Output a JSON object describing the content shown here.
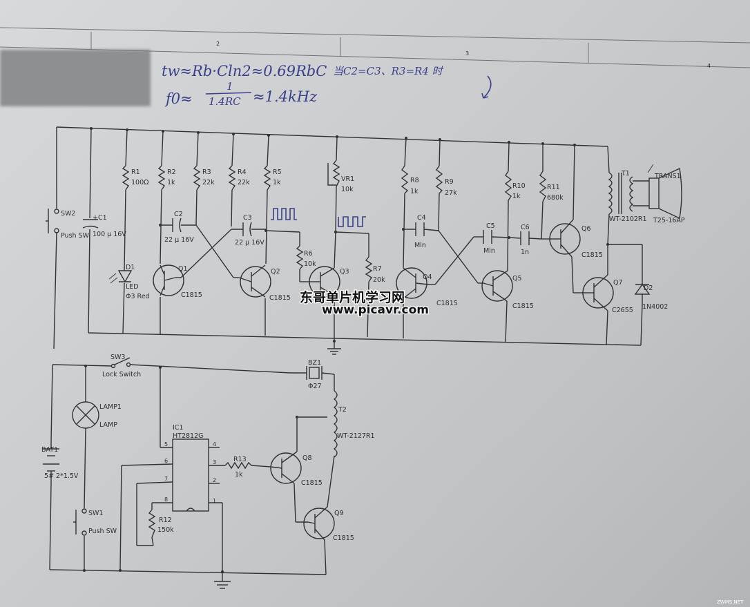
{
  "frame": {
    "zones": [
      "2",
      "3",
      "4"
    ]
  },
  "formula": {
    "line1": "tw≈Rb·Cln2≈0.69RbC",
    "condition": "当C2=C3、R3=R4 时",
    "line2_lhs": "f0≈",
    "line2_num": "1",
    "line2_den": "1.4RC",
    "line2_rhs": "≈1.4kHz"
  },
  "components": {
    "R1": {
      "ref": "R1",
      "value": "100Ω"
    },
    "R2": {
      "ref": "R2",
      "value": "1k"
    },
    "R3": {
      "ref": "R3",
      "value": "22k"
    },
    "R4": {
      "ref": "R4",
      "value": "22k"
    },
    "R5": {
      "ref": "R5",
      "value": "1k"
    },
    "VR1": {
      "ref": "VR1",
      "value": "10k"
    },
    "R6": {
      "ref": "R6",
      "value": "10k"
    },
    "R7": {
      "ref": "R7",
      "value": "20k"
    },
    "R8": {
      "ref": "R8",
      "value": "1k"
    },
    "R9": {
      "ref": "R9",
      "value": "27k"
    },
    "R10": {
      "ref": "R10",
      "value": "1k"
    },
    "R11": {
      "ref": "R11",
      "value": "680k"
    },
    "R12": {
      "ref": "R12",
      "value": "150k"
    },
    "R13": {
      "ref": "R13",
      "value": "1k"
    },
    "C1": {
      "ref": "+C1",
      "value": "100 μ 16V"
    },
    "C2": {
      "ref": "C2",
      "value": "22 μ 16V"
    },
    "C3": {
      "ref": "C3",
      "value": "22 μ 16V"
    },
    "C4": {
      "ref": "C4",
      "value": "Mln"
    },
    "C5": {
      "ref": "C5",
      "value": "Mln"
    },
    "C6": {
      "ref": "C6",
      "value": "1n"
    },
    "Q1": {
      "ref": "Q1",
      "value": "C1815"
    },
    "Q2": {
      "ref": "Q2",
      "value": "C1815"
    },
    "Q3": {
      "ref": "Q3",
      "value": ""
    },
    "Q4": {
      "ref": "Q4",
      "value": "C1815"
    },
    "Q5": {
      "ref": "Q5",
      "value": "C1815"
    },
    "Q6": {
      "ref": "Q6",
      "value": "C1815"
    },
    "Q7": {
      "ref": "Q7",
      "value": "C2655"
    },
    "Q8": {
      "ref": "Q8",
      "value": "C1815"
    },
    "Q9": {
      "ref": "Q9",
      "value": "C1815"
    },
    "D1": {
      "ref": "D1",
      "value": "LED",
      "note": "Φ3 Red"
    },
    "D2": {
      "ref": "D2",
      "value": "1N4002"
    },
    "T1": {
      "ref": "T1",
      "value": "WT-2102R1"
    },
    "T2": {
      "ref": "T2",
      "value": "WT-2127R1"
    },
    "TRANS1": {
      "ref": "TRANS1",
      "value": "T25-16AP"
    },
    "BZ1": {
      "ref": "BZ1",
      "value": "Φ27"
    },
    "IC1": {
      "ref": "IC1",
      "value": "HT2812G"
    },
    "SW1": {
      "ref": "SW1",
      "value": "Push SW"
    },
    "SW2": {
      "ref": "SW2",
      "value": "Push SW"
    },
    "SW3": {
      "ref": "SW3",
      "value": "Lock Switch"
    },
    "LAMP1": {
      "ref": "LAMP1",
      "value": "LAMP"
    },
    "BAT1": {
      "ref": "BAT1",
      "value": "5# 2*1.5V"
    }
  },
  "ic_pins": [
    "1",
    "2",
    "3",
    "4",
    "5",
    "6",
    "7",
    "8"
  ],
  "watermark": {
    "cn": "东哥单片机学习网",
    "url": "www.picavr.com"
  },
  "corner_mark": "ZWMS.NET"
}
